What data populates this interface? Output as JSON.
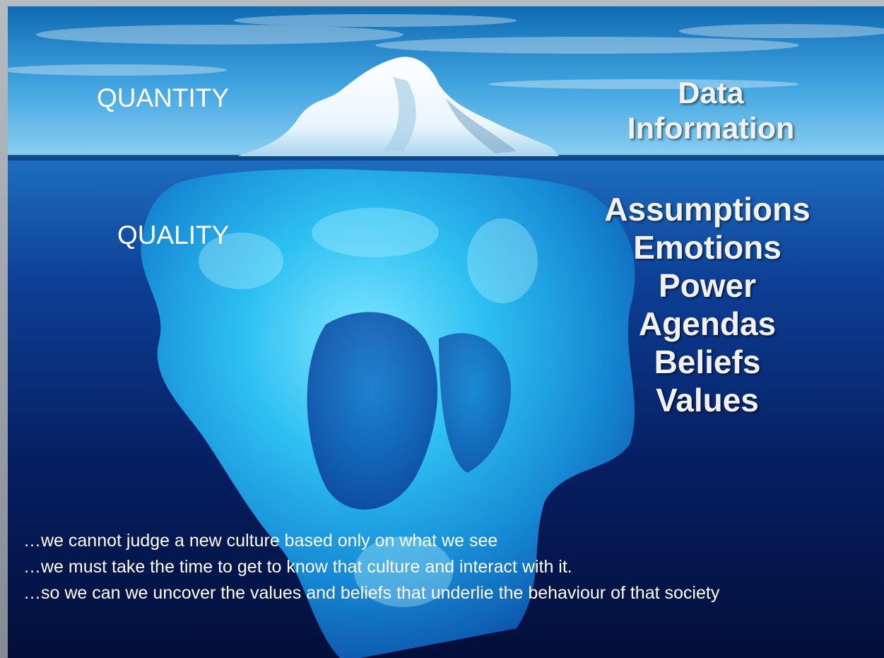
{
  "labels": {
    "top_left": "QUANTITY",
    "mid_left": "QUALITY"
  },
  "above_water": [
    "Data",
    "Information"
  ],
  "below_water": [
    "Assumptions",
    "Emotions",
    "Power",
    "Agendas",
    "Beliefs",
    "Values"
  ],
  "captions": [
    "…we cannot judge a new culture based only on what we see",
    "…we must take the time to get to know that culture and interact with it.",
    "…so we can we uncover the values and beliefs that underlie the behaviour of that society"
  ],
  "colors": {
    "sky_top": "#1f8fd0",
    "sky_bottom": "#63b8ea",
    "deep_water": "#041446",
    "ice_glow": "#35c2f2",
    "text": "#ffffff"
  }
}
